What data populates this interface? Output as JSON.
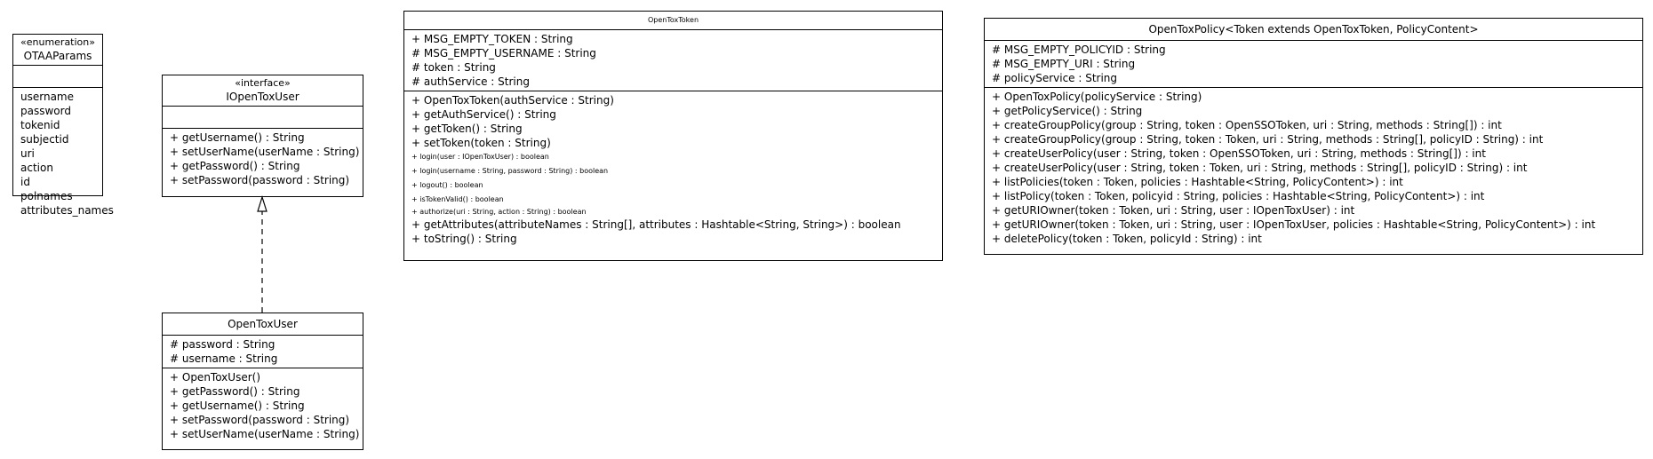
{
  "classes": {
    "otaa_params": {
      "stereotype": "«enumeration»",
      "name": "OTAAParams",
      "attributes": [],
      "literals": [
        "username",
        "password",
        "tokenid",
        "subjectid",
        "uri",
        "action",
        "id",
        "polnames",
        "attributes_names"
      ]
    },
    "iopentox_user": {
      "stereotype": "«interface»",
      "name": "IOpenToxUser",
      "attributes": [],
      "operations": [
        "+ getUsername() : String",
        "+ setUserName(userName : String)",
        "+ getPassword() : String",
        "+ setPassword(password : String)"
      ]
    },
    "opentox_user": {
      "name": "OpenToxUser",
      "attributes": [
        "# password : String",
        "# username : String"
      ],
      "operations": [
        "+ OpenToxUser()",
        "+ getPassword() : String",
        "+ getUsername() : String",
        "+ setPassword(password : String)",
        "+ setUserName(userName : String)"
      ]
    },
    "opentox_token": {
      "name": "OpenToxToken",
      "attributes": [
        "+ MSG_EMPTY_TOKEN : String",
        "# MSG_EMPTY_USERNAME : String",
        "# token : String",
        "# authService : String"
      ],
      "operations": [
        "+ OpenToxToken(authService : String)",
        "+ getAuthService() : String",
        "+ getToken() : String",
        "+ setToken(token : String)"
      ],
      "operations_small": [
        "+ login(user : IOpenToxUser) : boolean",
        "+ login(username : String, password : String) : boolean",
        "+ logout() : boolean",
        "+ isTokenValid() : boolean",
        "+ authorize(uri : String, action : String) : boolean"
      ],
      "operations_tail": [
        "+ getAttributes(attributeNames : String[], attributes : Hashtable<String, String>) : boolean",
        "+ toString() : String"
      ]
    },
    "opentox_policy": {
      "name": "OpenToxPolicy<Token extends OpenToxToken, PolicyContent>",
      "attributes": [
        "# MSG_EMPTY_POLICYID : String",
        "# MSG_EMPTY_URI : String",
        "# policyService : String"
      ],
      "operations": [
        "+ OpenToxPolicy(policyService : String)",
        "+ getPolicyService() : String",
        "+ createGroupPolicy(group : String, token : OpenSSOToken, uri : String, methods : String[]) : int",
        "+ createGroupPolicy(group : String, token : Token, uri : String, methods : String[], policyID : String) : int",
        "+ createUserPolicy(user : String, token : OpenSSOToken, uri : String, methods : String[]) : int",
        "+ createUserPolicy(user : String, token : Token, uri : String, methods : String[], policyID : String) : int",
        "+ listPolicies(token : Token, policies : Hashtable<String, PolicyContent>) : int",
        "+ listPolicy(token : Token, policyid : String, policies : Hashtable<String, PolicyContent>) : int",
        "+ getURIOwner(token : Token, uri : String, user : IOpenToxUser) : int",
        "+ getURIOwner(token : Token, uri : String, user : IOpenToxUser, policies : Hashtable<String, PolicyContent>) : int",
        "+ deletePolicy(token : Token, policyId : String) : int"
      ]
    }
  },
  "colors": {
    "line": "#000000",
    "background": "#ffffff"
  }
}
